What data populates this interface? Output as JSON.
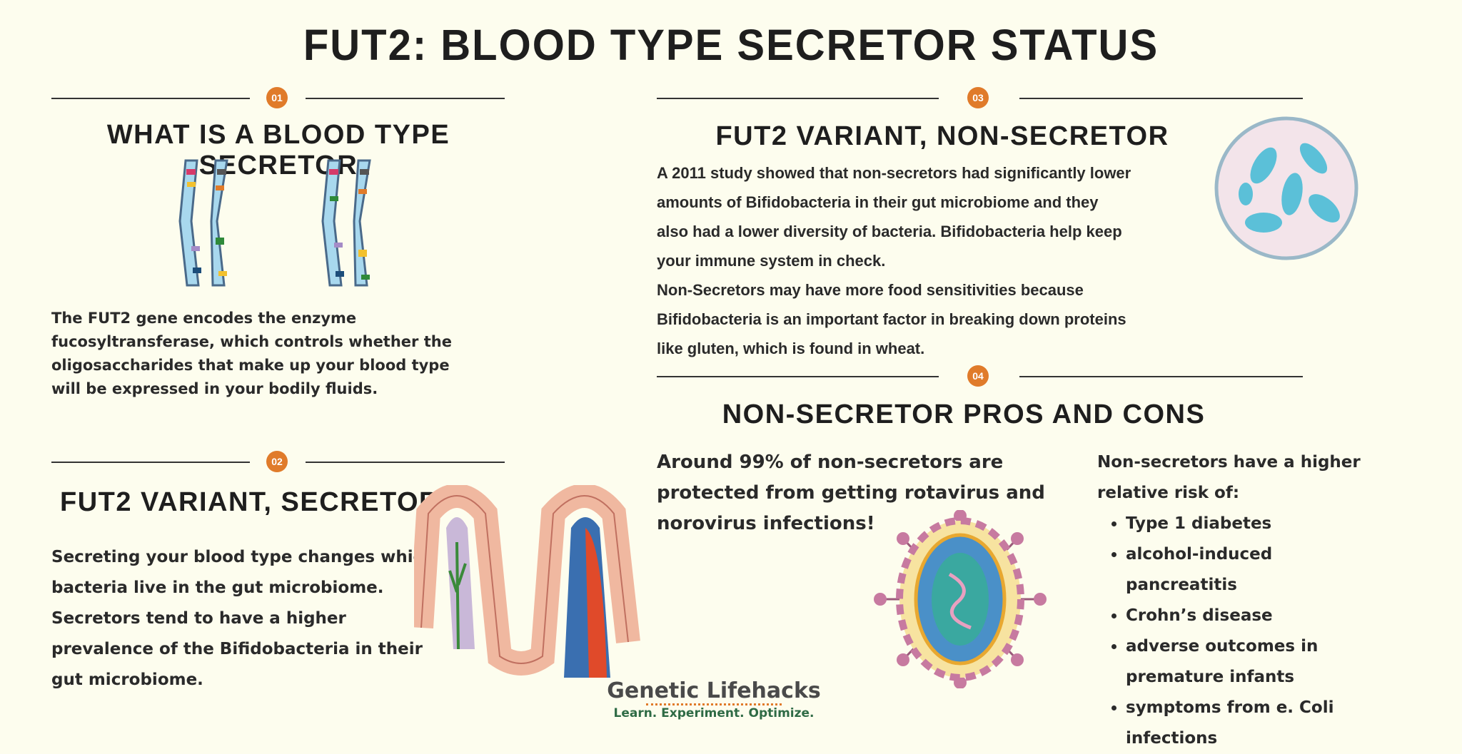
{
  "title": "FUT2: BLOOD TYPE SECRETOR STATUS",
  "colors": {
    "background": "#fdfdee",
    "accent": "#e07b2a",
    "text": "#222222",
    "brand_green": "#2f6b45"
  },
  "sections": [
    {
      "number": "01",
      "heading": "WHAT IS A BLOOD TYPE SECRETOR",
      "lines": [
        "The FUT2 gene encodes the enzyme",
        "fucosyltransferase, which controls whether the",
        "oligosaccharides that make up your blood type",
        "will be expressed in your bodily fluids."
      ],
      "illustration": "chromosomes-icon"
    },
    {
      "number": "02",
      "heading": "FUT2 VARIANT, SECRETOR",
      "lines": [
        "Secreting your blood type changes which",
        "bacteria live in the gut microbiome.",
        "Secretors tend to have a higher",
        "prevalence of the Bifidobacteria in their",
        "gut microbiome."
      ],
      "illustration": "intestinal-villi-icon"
    },
    {
      "number": "03",
      "heading": "FUT2 VARIANT, NON-SECRETOR",
      "lines": [
        "A 2011 study showed that non-secretors had significantly lower",
        "amounts of Bifidobacteria in their gut microbiome and they",
        "also had a lower diversity of bacteria. Bifidobacteria help keep",
        "your immune system in check.",
        "Non-Secretors may have more food sensitivities because",
        "Bifidobacteria is an important factor in breaking down proteins",
        "like gluten, which is found in wheat."
      ],
      "illustration": "bacteria-petri-dish-icon"
    },
    {
      "number": "04",
      "heading": "NON-SECRETOR PROS AND CONS",
      "left_lines": [
        "Around 99% of non-secretors are",
        "protected from getting rotavirus and",
        "norovirus infections!"
      ],
      "right_intro": [
        "Non-secretors have a higher",
        "relative risk of:"
      ],
      "bullets": [
        "Type 1 diabetes",
        "alcohol-induced pancreatitis",
        "Crohn’s disease",
        "adverse outcomes in premature infants",
        "symptoms from e. Coli infections"
      ],
      "illustration": "virus-icon"
    }
  ],
  "logo": {
    "name": "Genetic Lifehacks",
    "tagline": "Learn. Experiment. Optimize."
  }
}
